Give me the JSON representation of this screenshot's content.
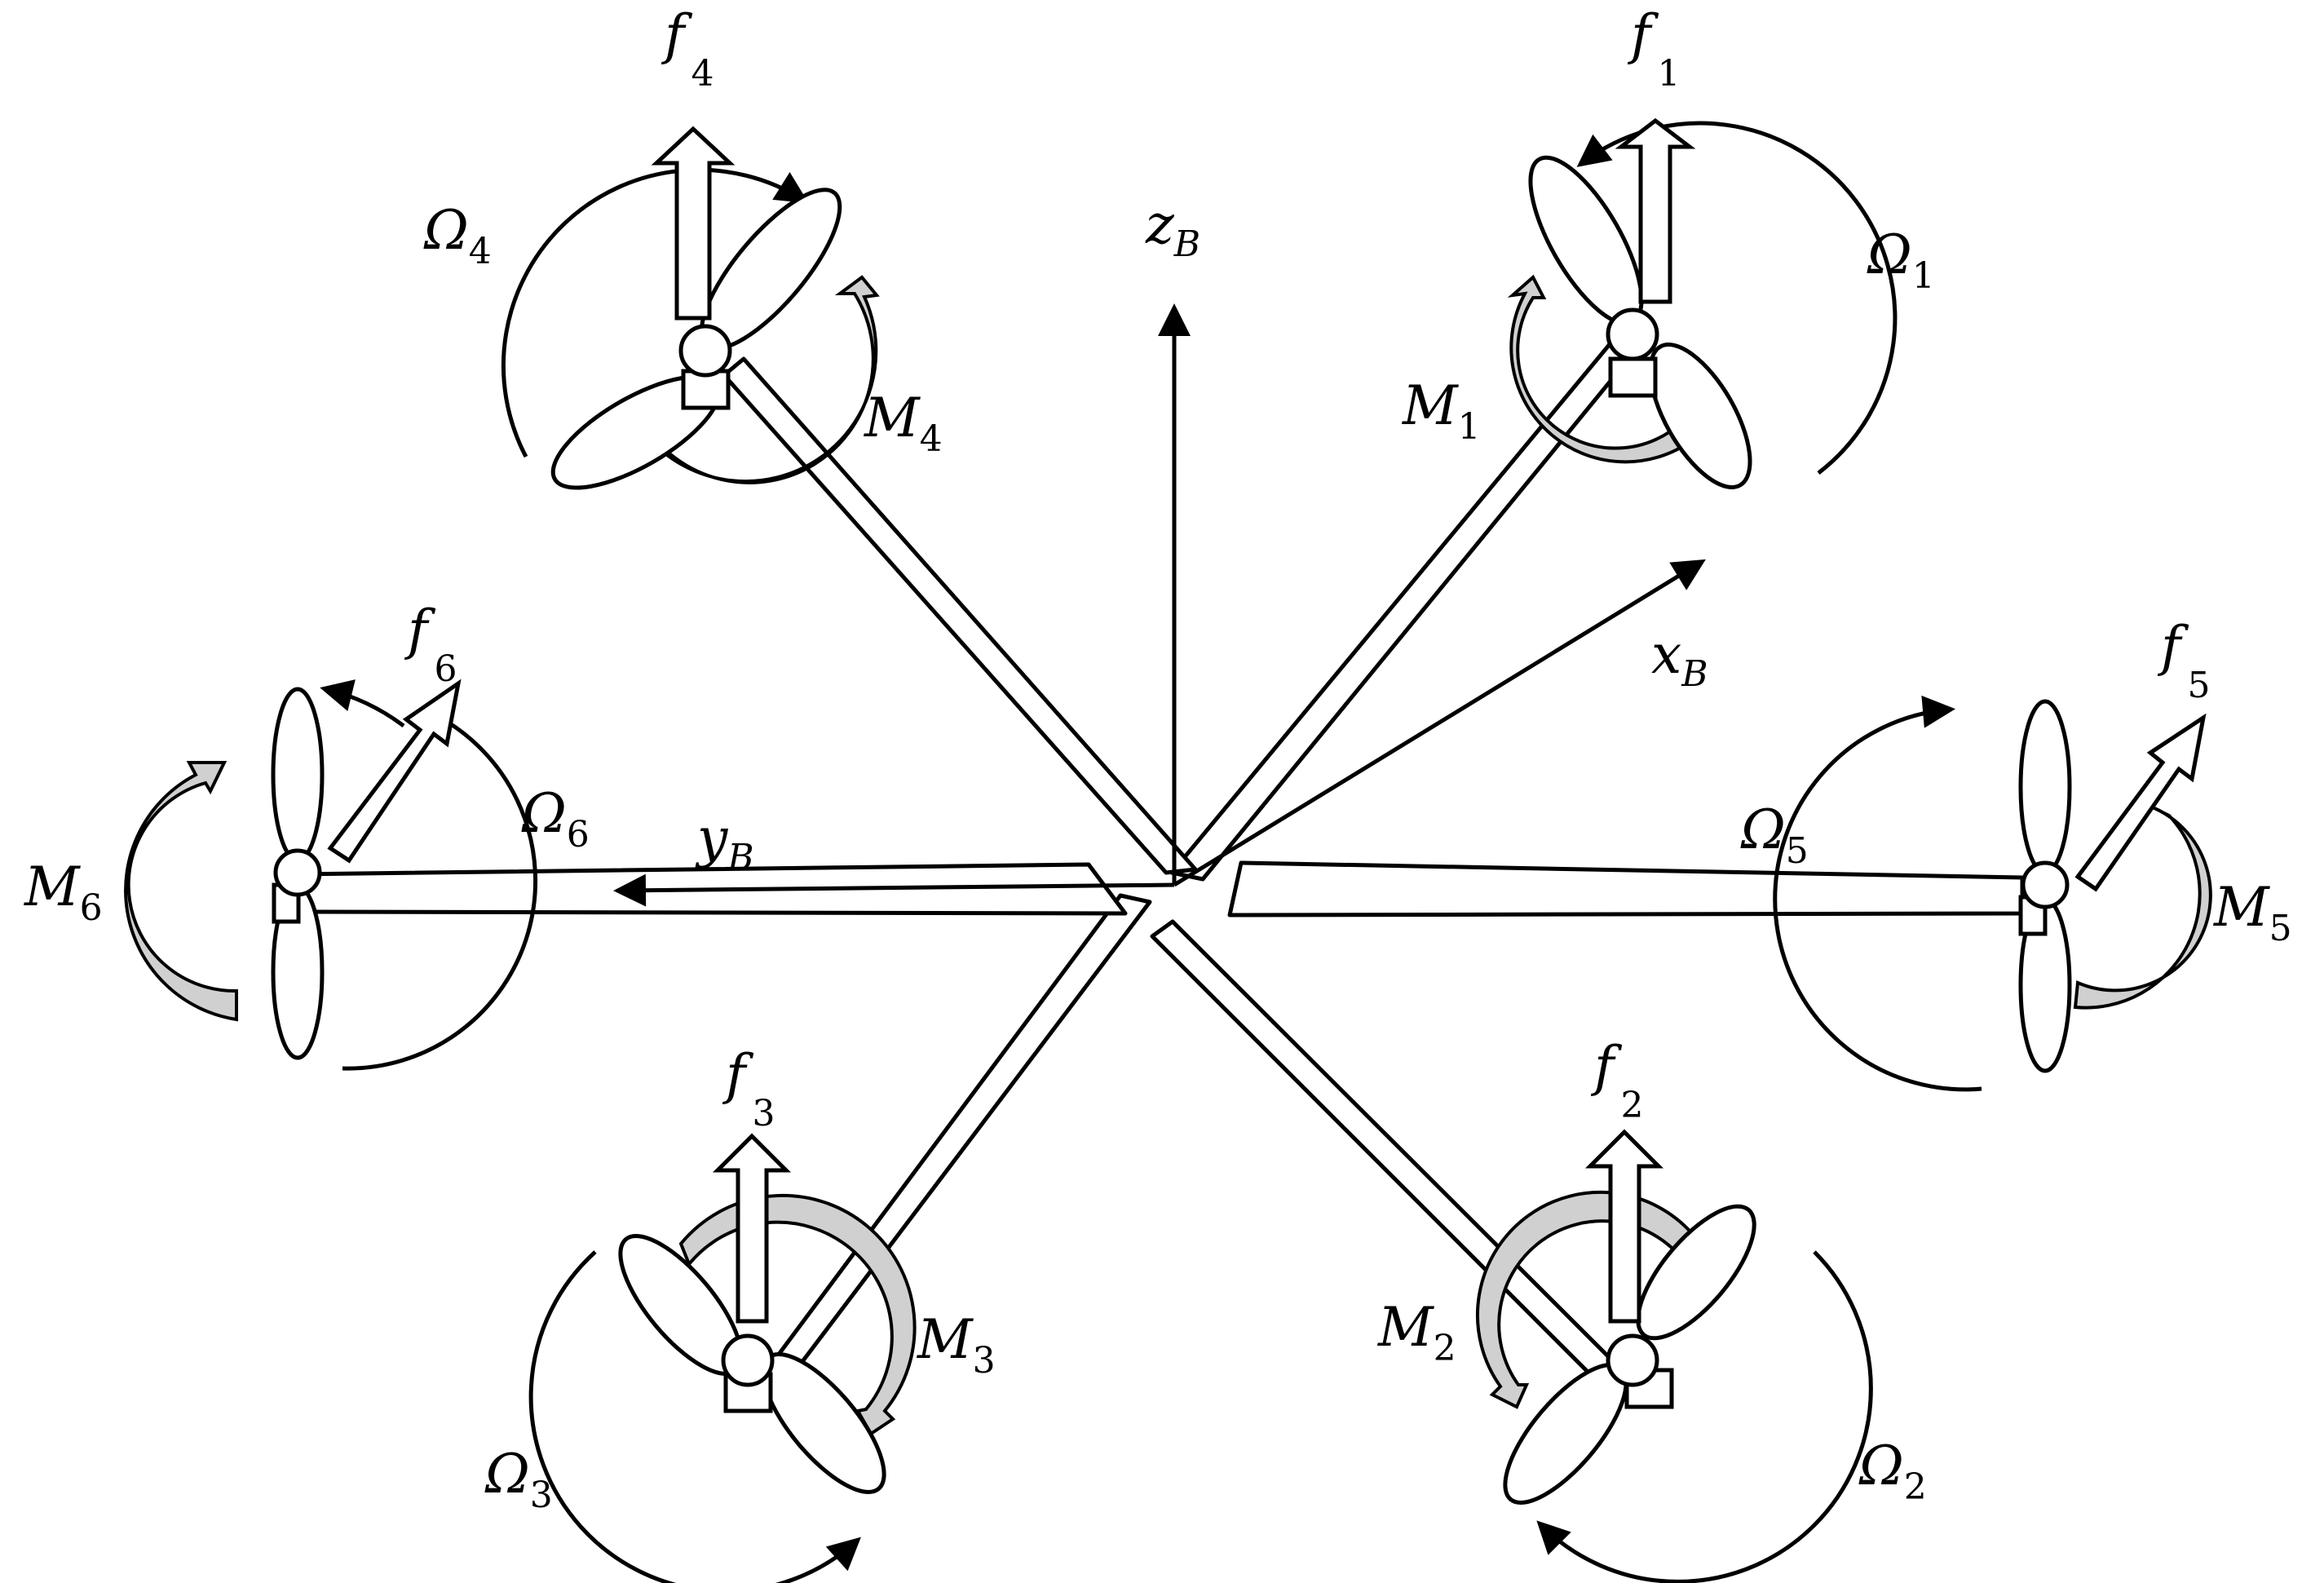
{
  "diagram": {
    "axes": {
      "z": {
        "symbol": "z",
        "subscript": "B"
      },
      "x": {
        "symbol": "x",
        "subscript": "B"
      },
      "y": {
        "symbol": "y",
        "subscript": "B"
      }
    },
    "rotors": [
      {
        "id": 1,
        "thrust": {
          "symbol": "f",
          "subscript": "1"
        },
        "speed": {
          "symbol": "Ω",
          "subscript": "1"
        },
        "moment": {
          "symbol": "M",
          "subscript": "1"
        }
      },
      {
        "id": 2,
        "thrust": {
          "symbol": "f",
          "subscript": "2"
        },
        "speed": {
          "symbol": "Ω",
          "subscript": "2"
        },
        "moment": {
          "symbol": "M",
          "subscript": "2"
        }
      },
      {
        "id": 3,
        "thrust": {
          "symbol": "f",
          "subscript": "3"
        },
        "speed": {
          "symbol": "Ω",
          "subscript": "3"
        },
        "moment": {
          "symbol": "M",
          "subscript": "3"
        }
      },
      {
        "id": 4,
        "thrust": {
          "symbol": "f",
          "subscript": "4"
        },
        "speed": {
          "symbol": "Ω",
          "subscript": "4"
        },
        "moment": {
          "symbol": "M",
          "subscript": "4"
        }
      },
      {
        "id": 5,
        "thrust": {
          "symbol": "f",
          "subscript": "5"
        },
        "speed": {
          "symbol": "Ω",
          "subscript": "5"
        },
        "moment": {
          "symbol": "M",
          "subscript": "5"
        }
      },
      {
        "id": 6,
        "thrust": {
          "symbol": "f",
          "subscript": "6"
        },
        "speed": {
          "symbol": "Ω",
          "subscript": "6"
        },
        "moment": {
          "symbol": "M",
          "subscript": "6"
        }
      }
    ]
  }
}
